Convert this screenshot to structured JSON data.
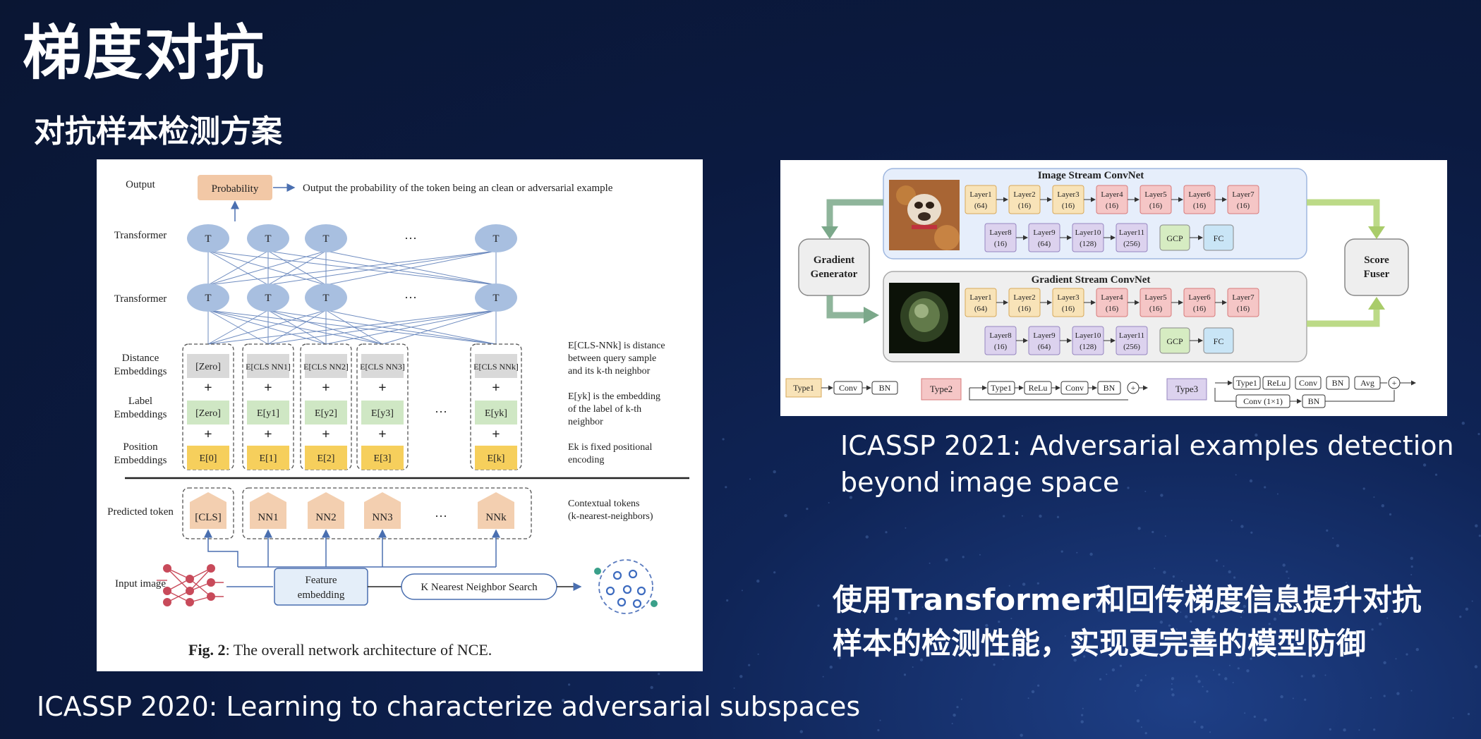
{
  "slide": {
    "title": "梯度对抗",
    "subtitle": "对抗样本检测方案",
    "caption_left": "ICASSP 2020: Learning to characterize adversarial subspaces",
    "caption_right": "ICASSP 2021: Adversarial examples detection beyond image space",
    "summary": "使用Transformer和回传梯度信息提升对抗样本的检测性能，实现更完善的模型防御"
  },
  "fig_left": {
    "rows": {
      "output": "Output",
      "transformer": "Transformer",
      "distance": "Distance",
      "distance2": "Embeddings",
      "label": "Label",
      "label2": "Embeddings",
      "position": "Position",
      "position2": "Embeddings",
      "predicted": "Predicted token",
      "input": "Input image"
    },
    "probability": "Probability",
    "output_desc": "Output the probability of the token being an clean or adversarial example",
    "t": "T",
    "ellipsis": "···",
    "zero": "[Zero]",
    "plus": "+",
    "cls": "[CLS]",
    "feature1": "Feature",
    "feature2": "embedding",
    "knn": "K Nearest Neighbor Search",
    "note_dist1": "E[CLS-NNk] is distance",
    "note_dist2": "between query sample",
    "note_dist3": "and its k-th neighbor",
    "note_label1": "E[yk] is the embedding",
    "note_label2": "of the label of k-th",
    "note_label3": "neighbor",
    "note_pos1": "Ek is fixed positional",
    "note_pos2": "encoding",
    "ctx1": "Contextual tokens",
    "ctx2": "(k-nearest-neighbors)",
    "fig_caption_bold": "Fig. 2",
    "fig_caption": ": The overall network architecture of NCE.",
    "dist_tokens": [
      "E[CLS NN1]",
      "E[CLS NN2]",
      "E[CLS NN3]",
      "E[CLS NNk]"
    ],
    "label_tokens": [
      "E[y1]",
      "E[y2]",
      "E[y3]",
      "E[yk]"
    ],
    "pos_tokens": [
      "E[0]",
      "E[1]",
      "E[2]",
      "E[3]",
      "E[k]"
    ],
    "nn_tokens": [
      "NN1",
      "NN2",
      "NN3",
      "NNk"
    ]
  },
  "fig_right": {
    "image_stream": "Image Stream ConvNet",
    "gradient_stream": "Gradient Stream ConvNet",
    "gradient_generator1": "Gradient",
    "gradient_generator2": "Generator",
    "score_fuser1": "Score",
    "score_fuser2": "Fuser",
    "layers_top": [
      {
        "name": "Layer1",
        "ch": "(64)",
        "type": "t1"
      },
      {
        "name": "Layer2",
        "ch": "(16)",
        "type": "t1"
      },
      {
        "name": "Layer3",
        "ch": "(16)",
        "type": "t1"
      },
      {
        "name": "Layer4",
        "ch": "(16)",
        "type": "t2"
      },
      {
        "name": "Layer5",
        "ch": "(16)",
        "type": "t2"
      },
      {
        "name": "Layer6",
        "ch": "(16)",
        "type": "t2"
      },
      {
        "name": "Layer7",
        "ch": "(16)",
        "type": "t2"
      }
    ],
    "layers_bottom": [
      {
        "name": "Layer8",
        "ch": "(16)",
        "type": "t3"
      },
      {
        "name": "Layer9",
        "ch": "(64)",
        "type": "t3"
      },
      {
        "name": "Layer10",
        "ch": "(128)",
        "type": "t3"
      },
      {
        "name": "Layer11",
        "ch": "(256)",
        "type": "t3"
      }
    ],
    "gcp": "GCP",
    "fc": "FC",
    "legend": {
      "type1": "Type1",
      "conv": "Conv",
      "bn": "BN",
      "type2": "Type2",
      "relu": "ReLu",
      "type3": "Type3",
      "avg": "Avg",
      "conv11": "Conv (1×1)",
      "plus": "+"
    }
  },
  "colors": {
    "t1": "#f8e3b8",
    "t1_stroke": "#d7a85a",
    "t2": "#f5c6c6",
    "t2_stroke": "#d67b7b",
    "t3": "#dcd2ee",
    "t3_stroke": "#9685c0",
    "gcp": "#d6ecc2",
    "fc": "#c9e5f6",
    "panel_blue": "#e6eefb",
    "panel_gray": "#efefef",
    "arrow_green": "#7ba88a",
    "t_node": "#a8bfe0",
    "prob": "#f2c8a6",
    "dist": "#d9d9d9",
    "label": "#cfe7c4",
    "pos": "#f6cf5c",
    "token": "#f3cfb0"
  }
}
